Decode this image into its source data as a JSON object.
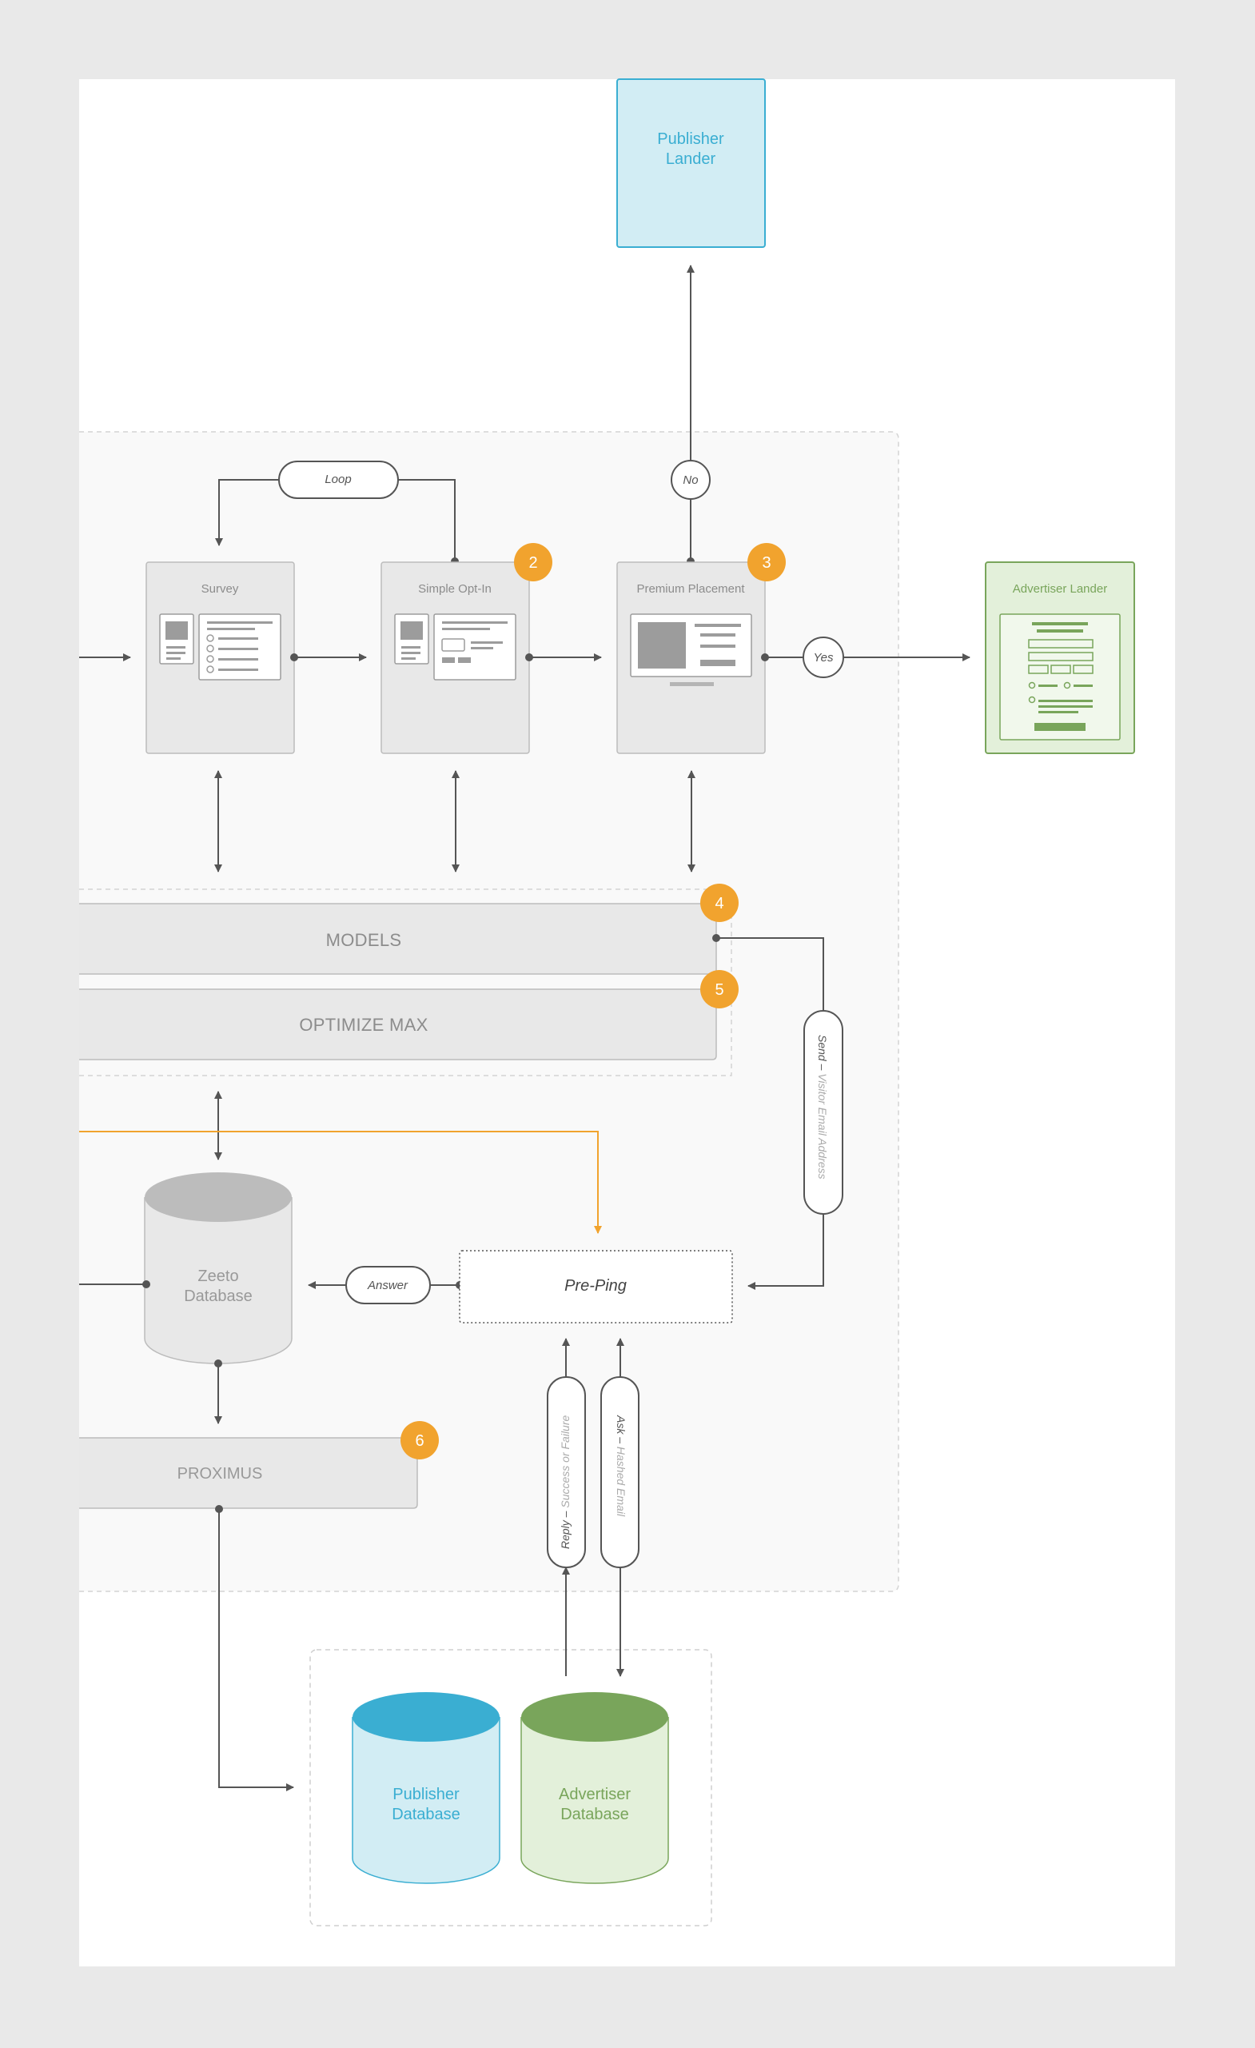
{
  "publisher_lander": {
    "line1": "Publisher",
    "line2": "Lander"
  },
  "advertiser_lander": {
    "title": "Advertiser Lander"
  },
  "loop_label": "Loop",
  "no_label": "No",
  "yes_label": "Yes",
  "pages": {
    "survey": "Survey",
    "simple_optin": "Simple Opt-In",
    "premium_placement": "Premium Placement"
  },
  "models": "MODELS",
  "optimize_max": "OPTIMIZE MAX",
  "proximus": "PROXIMUS",
  "zeeto_db": {
    "line1": "Zeeto",
    "line2": "Database"
  },
  "answer_label": "Answer",
  "preping_label": "Pre-Ping",
  "send_pill": {
    "strong": "Send –",
    "sub": " Visitor Email Address"
  },
  "reply_pill": {
    "strong": "Reply –",
    "sub": " Success or Failure"
  },
  "ask_pill": {
    "strong": "Ask –",
    "sub": " Hashed Email"
  },
  "publisher_db": {
    "line1": "Publisher",
    "line2": "Database"
  },
  "advertiser_db": {
    "line1": "Advertiser",
    "line2": "Database"
  },
  "badges": {
    "b2": "2",
    "b3": "3",
    "b4": "4",
    "b5": "5",
    "b6": "6"
  },
  "colors": {
    "badge": "#f1a32e",
    "blue_fill": "#d2edf4",
    "blue_accent": "#3aaed2",
    "green_fill": "#e3f0da",
    "green_accent": "#79a55b",
    "orange_line": "#f1a32e"
  }
}
